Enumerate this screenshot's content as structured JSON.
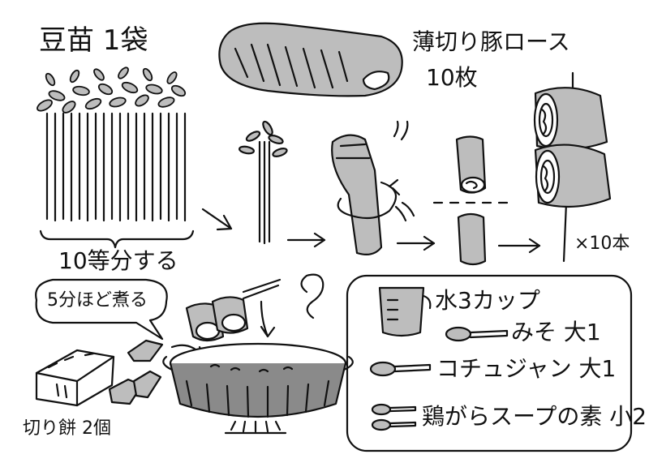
{
  "ingredients": {
    "sprouts": {
      "label": "豆苗 1袋",
      "cut_note": "10等分する"
    },
    "pork": {
      "label_line1": "薄切り豚ロース",
      "label_line2": "10枚"
    },
    "skewer_count": "×10本",
    "mochi": {
      "label": "切り餅 2個"
    },
    "boil_note": "5分ほど煮る"
  },
  "soup": {
    "items": [
      {
        "label": "水3カップ"
      },
      {
        "label": "みそ 大1"
      },
      {
        "label": "コチュジャン 大1"
      },
      {
        "label": "鶏がらスープの素 小2"
      }
    ]
  },
  "colors": {
    "ink": "#111111",
    "shade": "#bdbdbd",
    "dark_shade": "#8a8a8a",
    "paper": "#ffffff"
  }
}
